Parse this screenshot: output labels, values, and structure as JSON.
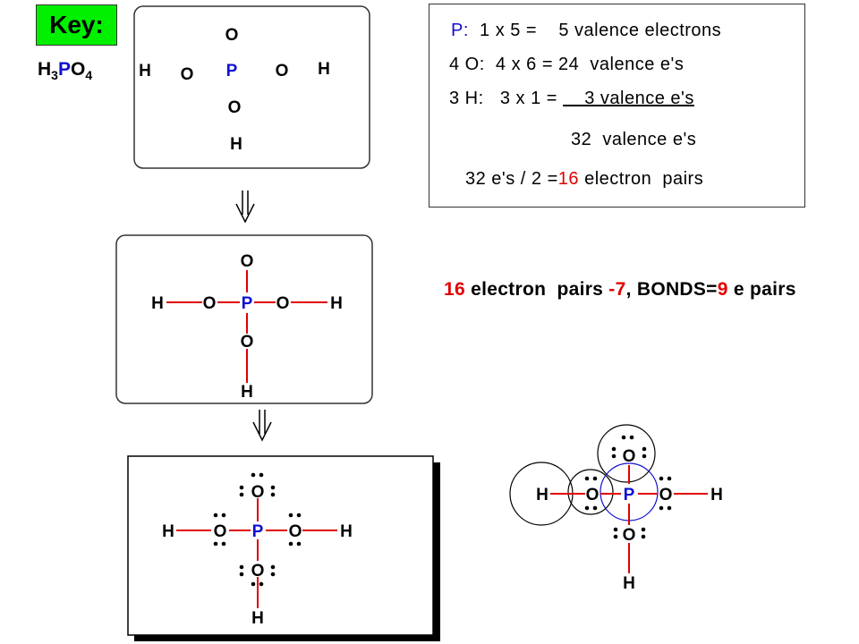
{
  "key_label": "Key:",
  "formula": {
    "h": "H",
    "h_sub": "3",
    "p": "P",
    "o": "O",
    "o_sub": "4"
  },
  "colors": {
    "bond": "#e00000",
    "phosphorus": "#1010d0",
    "key_bg": "#00f000"
  },
  "atoms": {
    "H": "H",
    "O": "O",
    "P": "P"
  },
  "calc": {
    "line1_elem": "P:",
    "line1_rest": "  1 x 5 =    5 valence electrons",
    "line2": "4 O:  4 x 6 = 24  valence e's",
    "line3_a": "3 H:   3 x 1 = ",
    "line3_b": "    3 valence e's",
    "line4": "32  valence e's",
    "line5_a": "32 e's / 2 =",
    "line5_b": "16",
    "line5_c": " electron  pairs"
  },
  "note": {
    "a": "16",
    "b": " electron  pairs ",
    "c": "-7",
    "d": ", BONDS=",
    "e": "9",
    "f": " e pairs"
  },
  "arrow_icon": "double-down-arrow-icon"
}
